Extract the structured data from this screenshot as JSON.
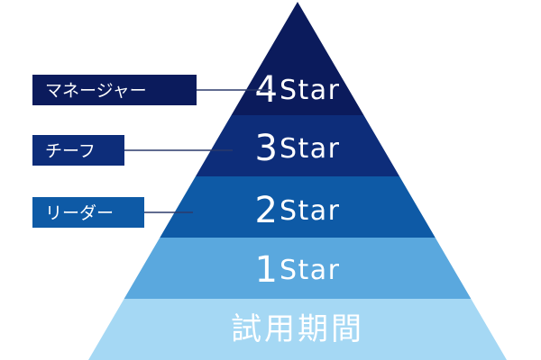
{
  "pyramid": {
    "tiers": [
      {
        "num": "4",
        "word": "Star",
        "color": "#0b1b5c"
      },
      {
        "num": "3",
        "word": "Star",
        "color": "#0d2d7a"
      },
      {
        "num": "2",
        "word": "Star",
        "color": "#0e5aa6"
      },
      {
        "num": "1",
        "word": "Star",
        "color": "#5aa8de"
      },
      {
        "num": "",
        "word": "試用期間",
        "color": "#a5d8f4"
      }
    ]
  },
  "roles": [
    {
      "label": "マネージャー",
      "color": "#0b1b5c"
    },
    {
      "label": "チーフ",
      "color": "#0d2d7a"
    },
    {
      "label": "リーダー",
      "color": "#0e5aa6"
    }
  ]
}
